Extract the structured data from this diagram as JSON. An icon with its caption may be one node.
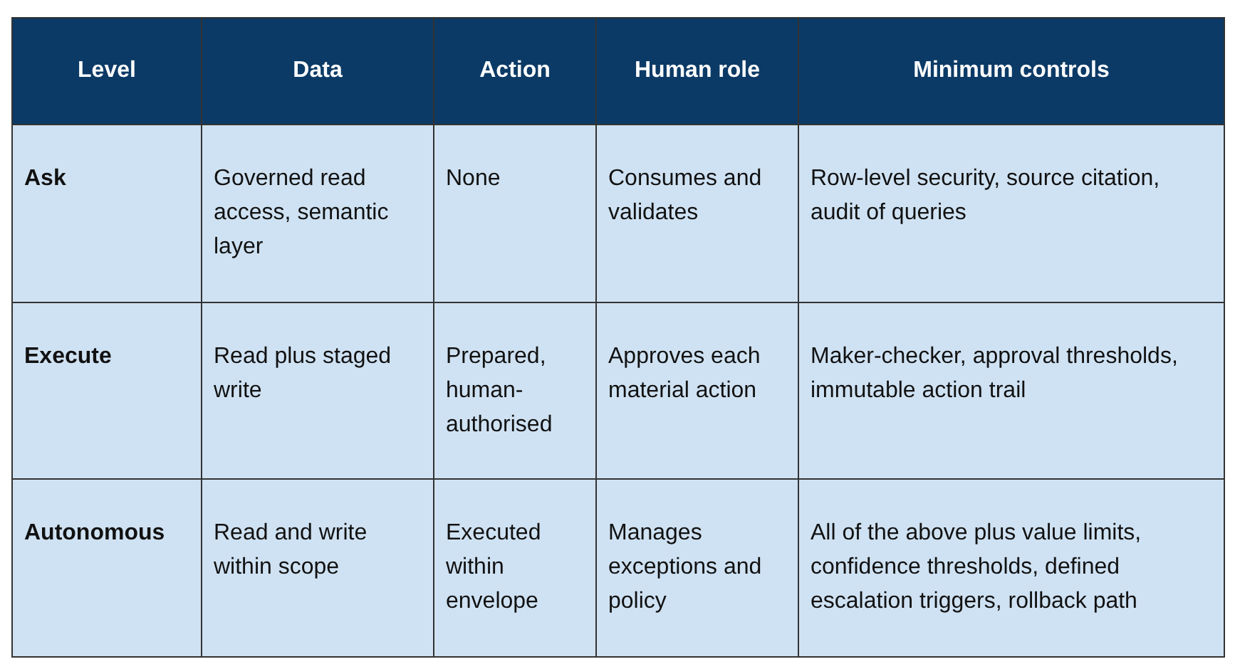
{
  "diagram": {
    "labels": [
      "Level",
      "Data",
      "Action",
      "Human role",
      "Minimum controls",
      "Ask",
      "Governed read access, semantic layer",
      "None",
      "Consumes and validates",
      "Row-level security, source citation, audit of queries",
      "Execute",
      "Read plus staged write",
      "Prepared, human-authorised",
      "Approves each material action",
      "Maker-checker, approval thresholds, immutable action trail",
      "Autonomous",
      "Read and write within scope",
      "Executed within envelope",
      "Manages exceptions and policy",
      "All of the above plus value limits, confidence thresholds, defined escalation triggers, rollback path"
    ]
  }
}
